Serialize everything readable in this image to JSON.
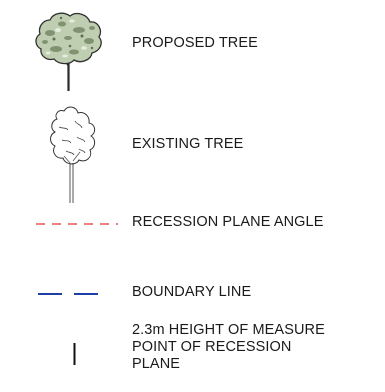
{
  "legend": {
    "items": [
      {
        "symbol": "proposed-tree-icon",
        "label": "PROPOSED TREE"
      },
      {
        "symbol": "existing-tree-icon",
        "label": "EXISTING TREE"
      },
      {
        "symbol": "red-dashed-line",
        "label": "RECESSION PLANE ANGLE",
        "color": "#e03030"
      },
      {
        "symbol": "blue-dashed-line",
        "label": "BOUNDARY LINE",
        "color": "#1f3fa8"
      },
      {
        "symbol": "vertical-line",
        "label_lines": [
          "2.3m HEIGHT OF MEASURE",
          "POINT OF RECESSION",
          "PLANE"
        ],
        "color": "#111111"
      }
    ]
  }
}
